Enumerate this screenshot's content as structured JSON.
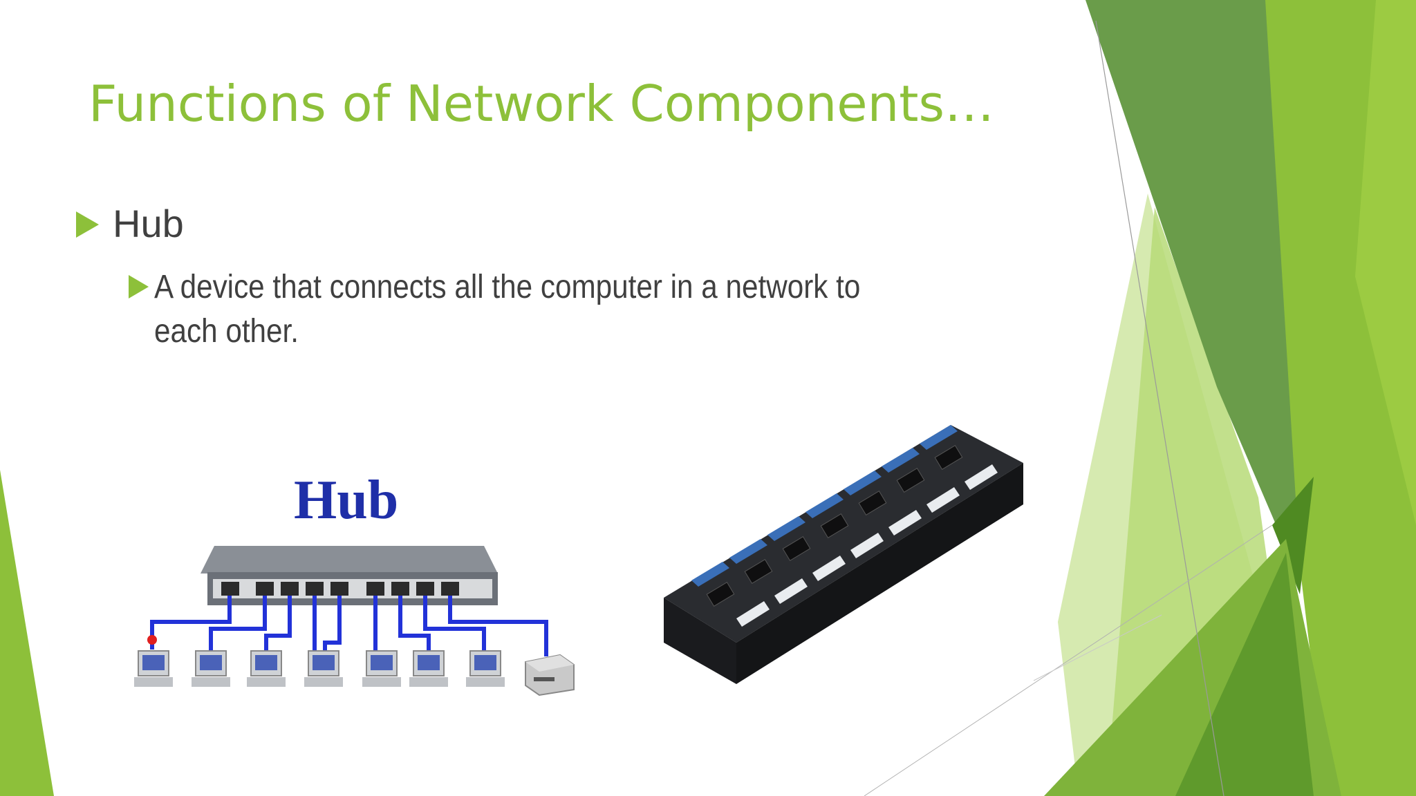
{
  "slide": {
    "title": "Functions of Network Components…",
    "bullets": [
      {
        "level": 1,
        "text": "Hub",
        "children": [
          {
            "level": 2,
            "text": "A device that connects all the computer in a network to each other."
          }
        ]
      }
    ]
  },
  "images": {
    "hub_diagram": {
      "label": "Hub",
      "icon": "network-hub-diagram"
    },
    "usb_hub_photo": {
      "icon": "usb-hub-photo"
    }
  },
  "colors": {
    "accent": "#8dc03a",
    "text": "#404040",
    "theme_greens": [
      "#5a8f2e",
      "#6da23a",
      "#8dc03a",
      "#a6d050",
      "#cde5a0"
    ]
  }
}
